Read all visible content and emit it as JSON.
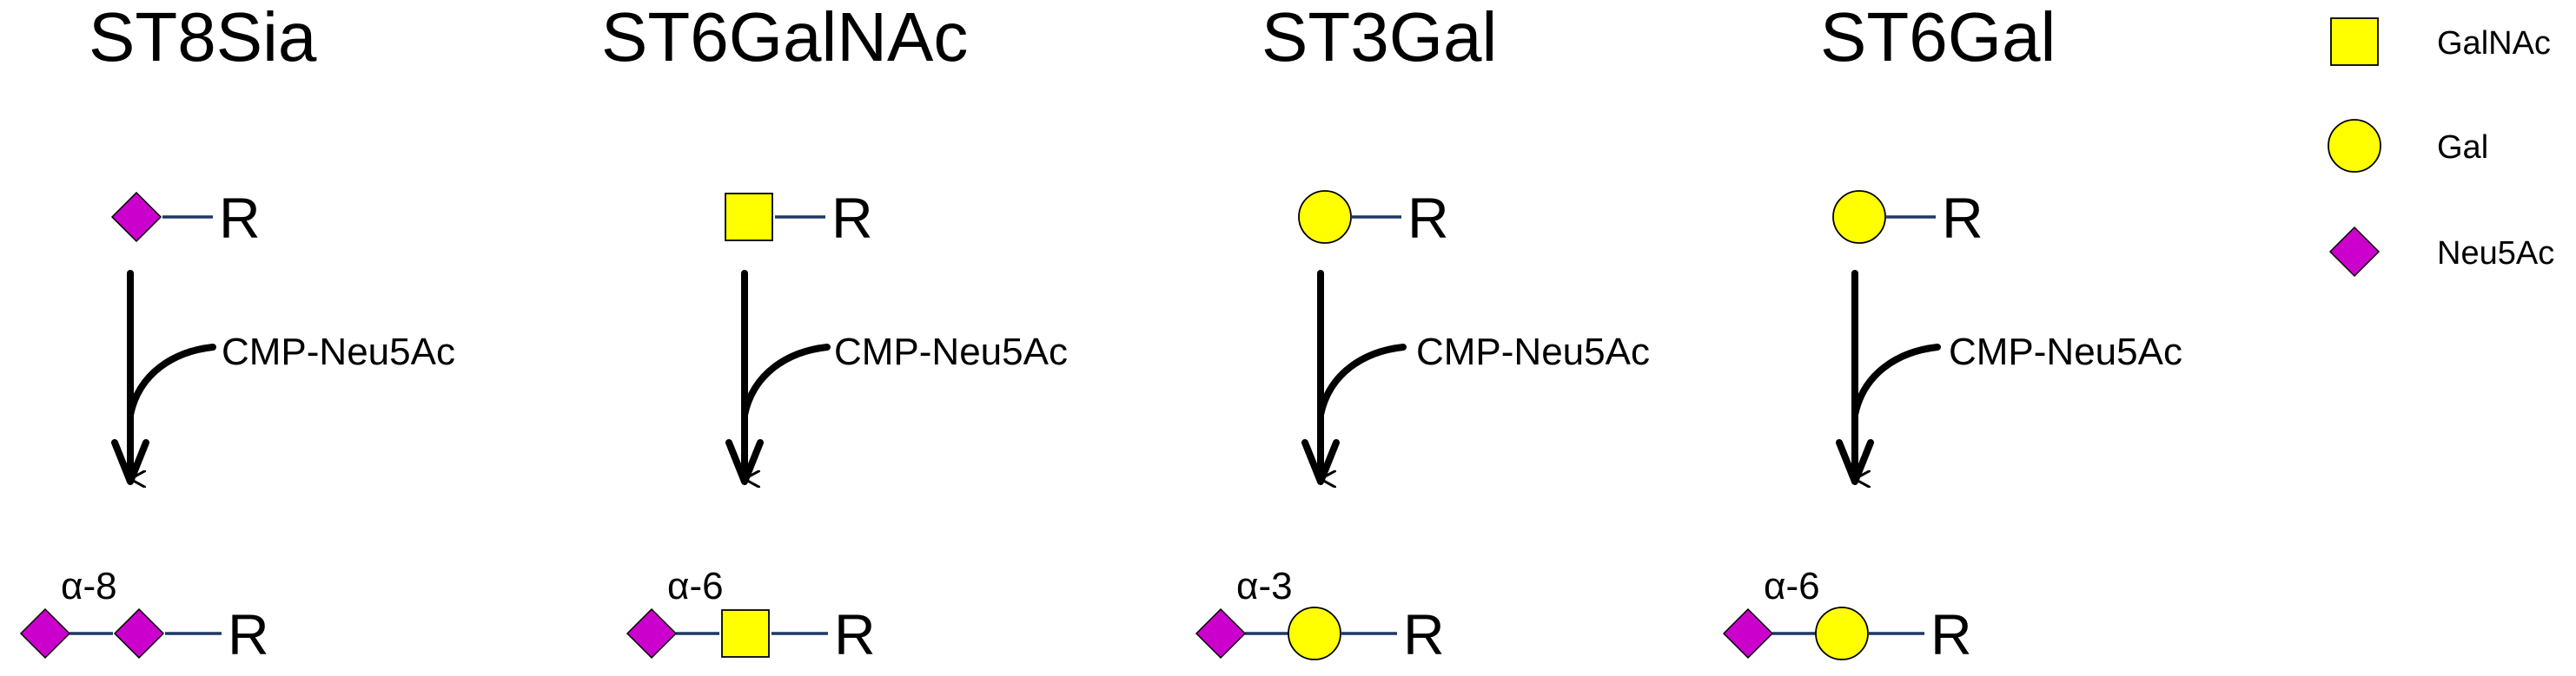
{
  "colors": {
    "galnac": "#FFFF00",
    "gal": "#FFFF00",
    "neu5ac": "#CC00CC",
    "bond": "#1F3864",
    "arrow": "#000000"
  },
  "panels": [
    {
      "title": "ST8Sia",
      "substrate_residue": "neu5ac",
      "substrate_label": "R",
      "donor": "CMP-Neu5Ac",
      "linkage": "α-8",
      "product_residues": [
        "neu5ac",
        "neu5ac"
      ],
      "product_label": "R"
    },
    {
      "title": "ST6GalNAc",
      "substrate_residue": "galnac",
      "substrate_label": "R",
      "donor": "CMP-Neu5Ac",
      "linkage": "α-6",
      "product_residues": [
        "neu5ac",
        "galnac"
      ],
      "product_label": "R"
    },
    {
      "title": "ST3Gal",
      "substrate_residue": "gal",
      "substrate_label": "R",
      "donor": "CMP-Neu5Ac",
      "linkage": "α-3",
      "product_residues": [
        "neu5ac",
        "gal"
      ],
      "product_label": "R"
    },
    {
      "title": "ST6Gal",
      "substrate_residue": "gal",
      "substrate_label": "R",
      "donor": "CMP-Neu5Ac",
      "linkage": "α-6",
      "product_residues": [
        "neu5ac",
        "gal"
      ],
      "product_label": "R"
    }
  ],
  "legend": [
    {
      "shape": "square",
      "label": "GalNAc",
      "icon": "galnac-square-icon"
    },
    {
      "shape": "circle",
      "label": "Gal",
      "icon": "gal-circle-icon"
    },
    {
      "shape": "diamond",
      "label": "Neu5Ac",
      "icon": "neu5ac-diamond-icon"
    }
  ]
}
